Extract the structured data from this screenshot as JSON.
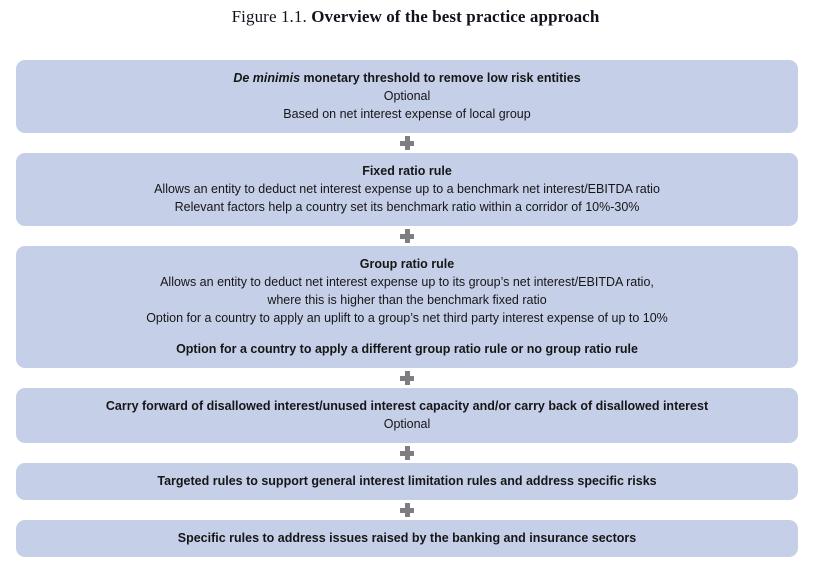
{
  "figure": {
    "number": "Figure 1.1.",
    "title": "Overview of the best practice approach"
  },
  "connector": {
    "symbol": "plus",
    "color": "#7d7d82"
  },
  "style": {
    "box_fill": "#c5cfe8",
    "text_color": "#161616",
    "background": "#ffffff"
  },
  "nodes": [
    {
      "id": "de-minimis",
      "lines": [
        {
          "text_pre": "De minimis",
          "text_post": " monetary threshold to remove low risk entities",
          "weight": "bold-italic-lead"
        },
        {
          "text": "Optional",
          "weight": "regular"
        },
        {
          "text": "Based on net interest expense of local group",
          "weight": "regular"
        }
      ]
    },
    {
      "id": "fixed-ratio-rule",
      "lines": [
        {
          "text": "Fixed ratio rule",
          "weight": "bold"
        },
        {
          "text": "Allows an entity to deduct net interest expense up to a benchmark net interest/EBITDA ratio",
          "weight": "regular"
        },
        {
          "text": "Relevant factors help a country set its benchmark ratio within a corridor of 10%-30%",
          "weight": "regular"
        }
      ]
    },
    {
      "id": "group-ratio-rule",
      "lines": [
        {
          "text": "Group ratio rule",
          "weight": "bold"
        },
        {
          "text": "Allows an entity to deduct net interest expense up to its group’s net interest/EBITDA ratio,",
          "weight": "regular"
        },
        {
          "text": "where this is higher than the benchmark fixed ratio",
          "weight": "regular"
        },
        {
          "text": "Option for a country to apply an uplift to a group’s net third party interest expense of up to 10%",
          "weight": "regular"
        },
        {
          "text": "",
          "weight": "spacer"
        },
        {
          "text": "Option for a country to apply a different group ratio rule or no group ratio rule",
          "weight": "bold"
        }
      ]
    },
    {
      "id": "carry-forward",
      "lines": [
        {
          "text": "Carry forward of disallowed interest/unused interest capacity and/or carry back of disallowed interest",
          "weight": "bold"
        },
        {
          "text": "Optional",
          "weight": "regular"
        }
      ]
    },
    {
      "id": "targeted-rules",
      "lines": [
        {
          "text": "Targeted rules to support general interest limitation rules and address specific risks",
          "weight": "bold"
        }
      ]
    },
    {
      "id": "specific-rules-banking-insurance",
      "lines": [
        {
          "text": "Specific rules to address issues raised by the banking and insurance sectors",
          "weight": "bold"
        }
      ]
    }
  ]
}
